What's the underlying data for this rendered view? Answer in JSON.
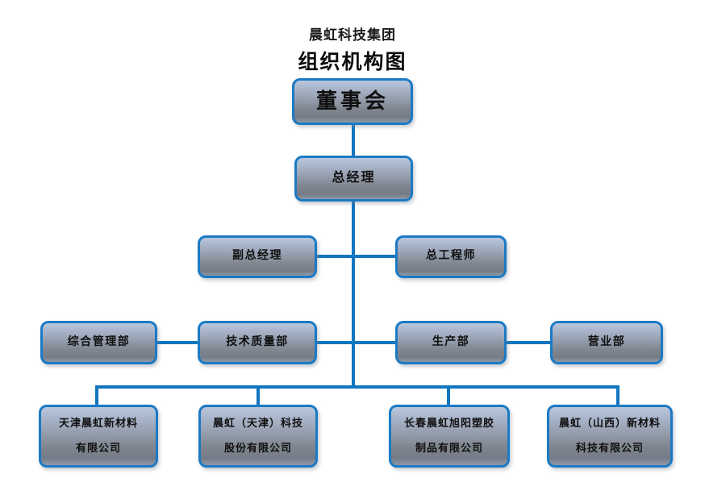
{
  "document": {
    "company_title": "晨虹科技集团",
    "chart_title": "组织机构图"
  },
  "theme": {
    "line_color": "#1176bf",
    "box_border_color": "#1b7ac4",
    "box_gradient_top": "#b9c7dd",
    "box_gradient_bottom": "#757c87",
    "text_color": "#101010",
    "background": "#ffffff"
  },
  "org": {
    "board": {
      "label": "董事会"
    },
    "general_manager": {
      "label": "总经理"
    },
    "executives": [
      {
        "label": "副总经理"
      },
      {
        "label": "总工程师"
      }
    ],
    "departments": [
      {
        "label": "综合管理部"
      },
      {
        "label": "技术质量部"
      },
      {
        "label": "生产部"
      },
      {
        "label": "营业部"
      }
    ],
    "subsidiaries": [
      {
        "line1": "天津晨虹新材料",
        "line2": "有限公司"
      },
      {
        "line1": "晨虹（天津）科技",
        "line2": "股份有限公司"
      },
      {
        "line1": "长春晨虹旭阳塑胶",
        "line2": "制品有限公司"
      },
      {
        "line1": "晨虹（山西）新材料",
        "line2": "科技有限公司"
      }
    ]
  }
}
